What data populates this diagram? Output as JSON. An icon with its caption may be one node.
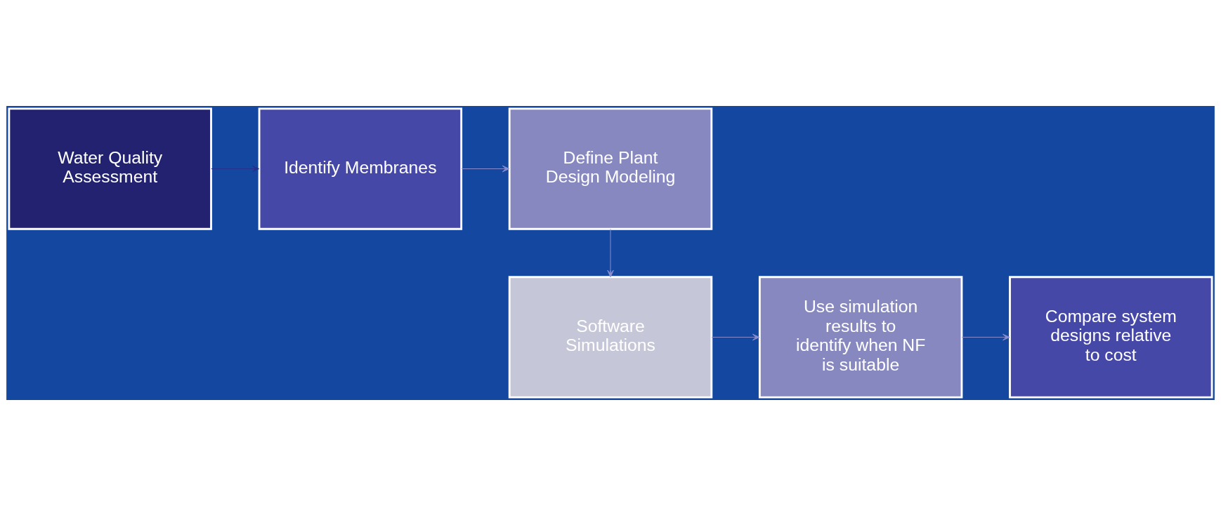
{
  "diagram": {
    "nodes": [
      {
        "text": [
          "Water Quality Assessment"
        ]
      },
      {
        "text": [
          "Identify Membranes"
        ]
      },
      {
        "text": [
          "Define Plant Design Modeling"
        ]
      },
      {
        "text": [
          "Software Simulations"
        ]
      },
      {
        "text": [
          "Use simulation results to identify when NF is suitable"
        ]
      },
      {
        "text": [
          "Compare system designs relative to cost"
        ]
      }
    ],
    "edges": [
      {
        "from": 0,
        "to": 1,
        "arrow": "to",
        "color": "#26308c"
      },
      {
        "from": 1,
        "to": 2,
        "arrow": "to"
      },
      {
        "from": 2,
        "to": 3,
        "arrow": "to"
      },
      {
        "from": 3,
        "to": 4,
        "arrow": "to"
      },
      {
        "from": 4,
        "to": 5,
        "arrow": "to"
      }
    ]
  }
}
